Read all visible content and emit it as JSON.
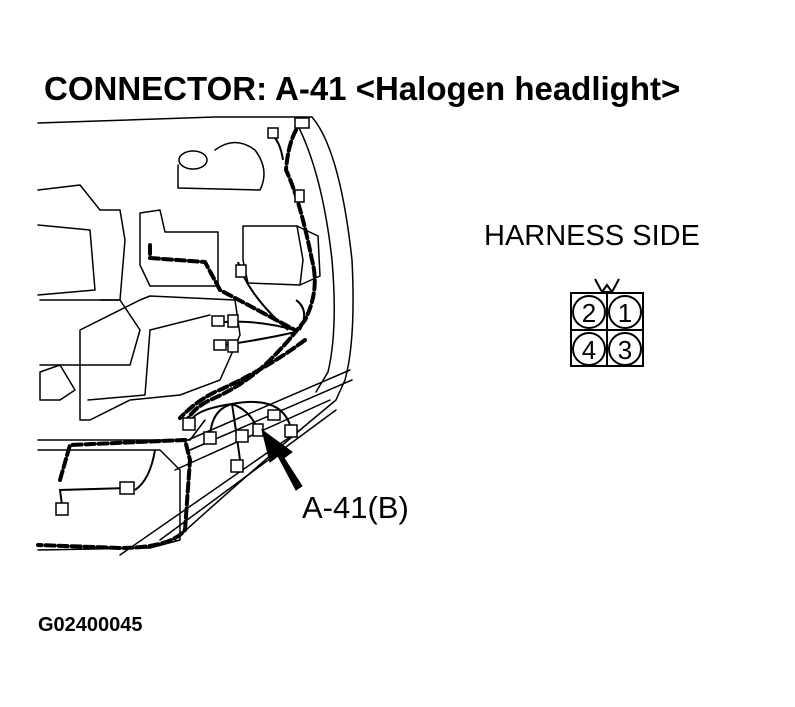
{
  "title": "CONNECTOR: A-41 <Halogen headlight>",
  "harness_side_label": "HARNESS SIDE",
  "connector": {
    "pins": [
      "2",
      "1",
      "4",
      "3"
    ]
  },
  "callout_label": "A-41(B)",
  "figure_id": "G02400045"
}
